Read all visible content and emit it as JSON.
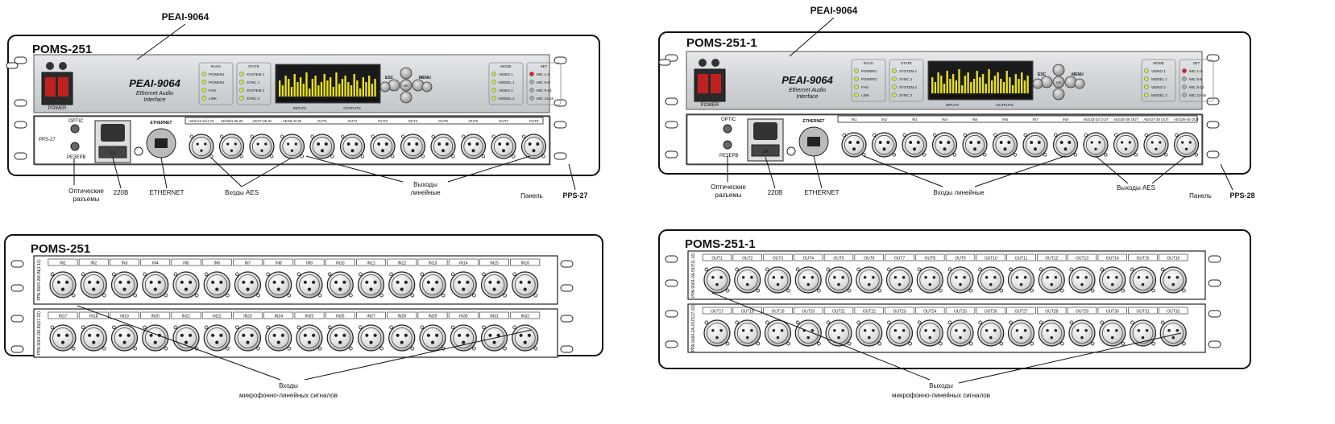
{
  "left_system": {
    "device_label": "PEAI-9064",
    "rack_title": "POMS-251",
    "brand_line1": "PEAI-9064",
    "brand_line2": "Ethernet Audio",
    "brand_line3": "Interface",
    "power_label": "POWER",
    "panel_side_label": "PPS-27",
    "optic_label": "OPTIC",
    "reserve_label": "РЕЗЕРВ",
    "ethernet_port_label": "ETHERNET",
    "fuse_label": "1A",
    "port_labels": [
      "AES1/3-31/1 IN",
      "AES5/3-36 IN",
      "AES7-38 IN",
      "AES9-40 IN",
      "OUT1",
      "OUT2",
      "OUT3",
      "OUT4",
      "OUT5",
      "OUT6",
      "OUT7",
      "OUT8"
    ],
    "callouts": {
      "optic": "Оптические\nразъемы",
      "power": "220В",
      "ethernet": "ETHERNET",
      "aes_inputs": "Входы AES",
      "line_outputs": "Выходы\nлинейные",
      "panel": "Панель",
      "panel_id": "PPS-27"
    }
  },
  "right_system": {
    "device_label": "PEAI-9064",
    "rack_title": "POMS-251-1",
    "brand_line1": "PEAI-9064",
    "brand_line2": "Ethernet Audio",
    "brand_line3": "Interface",
    "power_label": "POWER",
    "optic_label": "OPTIC",
    "reserve_label": "РЕЗЕРВ",
    "ethernet_port_label": "ETHERNET",
    "fuse_label": "1A",
    "port_labels": [
      "IN1",
      "IN2",
      "IN3",
      "IN4",
      "IN5",
      "IN6",
      "IN7",
      "IN8",
      "AES33-34 OUT",
      "AES35-36 OUT",
      "AES37-38 OUT",
      "AES39-40 OUT"
    ],
    "callouts": {
      "optic": "Оптические\nразъемы",
      "power": "220В",
      "ethernet": "ETHERNET",
      "line_inputs": "Входы линейные",
      "aes_outputs": "Выходы AES",
      "panel": "Панель",
      "panel_id": "PPS-28"
    }
  },
  "front_panel": {
    "rack_list": [
      "POWER1",
      "POWER2",
      "FAN",
      "LINK"
    ],
    "state_list": [
      "SYSTEM 1",
      "SYNC 1",
      "SYSTEM 2",
      "SYNC 2"
    ],
    "mode_list": [
      "VIDEO 1",
      "MODEL 1",
      "VIDEO 2",
      "MODEL 2"
    ],
    "mic_list": [
      "MIC 1-4",
      "MIC 5-8",
      "MIC 9-12",
      "MIC 13-16"
    ],
    "rack_head": "RACK",
    "state_head": "STATE",
    "mode_head": "MODE",
    "mic_head": "SET",
    "inputs_label": "INPUTS",
    "outputs_label": "OUTPUTS",
    "esc_label": "ESC",
    "menu_label": "MENU",
    "ok_label": "OK",
    "led_color_green": "#c8e84a",
    "led_color_red": "#e02020",
    "display_bg": "#1a1a1a",
    "bar_color": "#e8e020"
  },
  "left_patch": {
    "rack_title": "POMS-251",
    "row1_side": "PPA-9064-2M-IN(1-16)",
    "row2_side": "PPA-9064-2M-IN(17-32)",
    "row1_labels": [
      "IN1",
      "IN2",
      "IN3",
      "IN4",
      "IN5",
      "IN6",
      "IN7",
      "IN8",
      "IN9",
      "IN10",
      "IN11",
      "IN12",
      "IN13",
      "IN14",
      "IN15",
      "IN16"
    ],
    "row2_labels": [
      "IN17",
      "IN18",
      "IN19",
      "IN20",
      "IN21",
      "IN22",
      "IN23",
      "IN24",
      "IN25",
      "IN26",
      "IN27",
      "IN28",
      "IN29",
      "IN30",
      "IN31",
      "IN32"
    ],
    "callout": "Входы\nмикрофонно-линейных сигналов"
  },
  "right_patch": {
    "rack_title": "POMS-251-1",
    "row1_side": "PPA-9064-2A-OUT(1-16)",
    "row2_side": "PPA-9064-2A-OUT(17-32)",
    "row1_labels": [
      "OUT1",
      "OUT2",
      "OUT3",
      "OUT4",
      "OUT5",
      "OUT6",
      "OUT7",
      "OUT8",
      "OUT9",
      "OUT10",
      "OUT11",
      "OUT12",
      "OUT13",
      "OUT14",
      "OUT15",
      "OUT16"
    ],
    "row2_labels": [
      "OUT17",
      "OUT18",
      "OUT19",
      "OUT20",
      "OUT21",
      "OUT22",
      "OUT23",
      "OUT24",
      "OUT25",
      "OUT26",
      "OUT27",
      "OUT28",
      "OUT29",
      "OUT30",
      "OUT31",
      "OUT32"
    ],
    "callout": "Выходы\nмикрофонно-линейных сигналов"
  }
}
